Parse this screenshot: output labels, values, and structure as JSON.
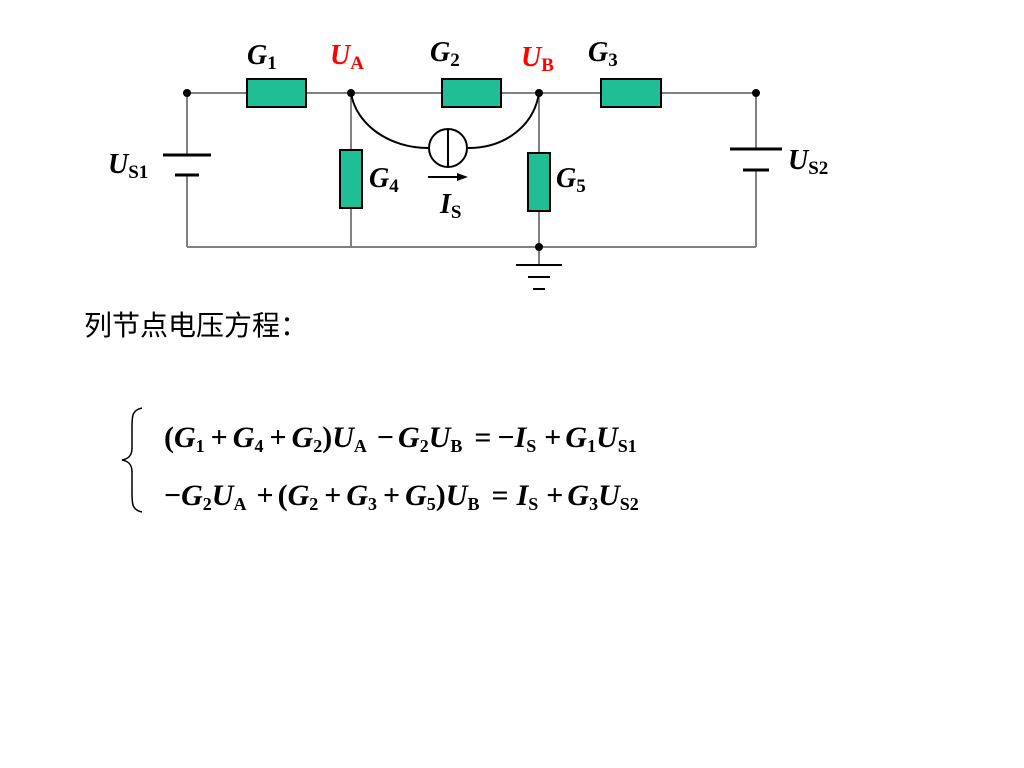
{
  "diagram": {
    "labels": {
      "g1": {
        "main": "G",
        "sub": "1"
      },
      "g2": {
        "main": "G",
        "sub": "2"
      },
      "g3": {
        "main": "G",
        "sub": "3"
      },
      "g4": {
        "main": "G",
        "sub": "4"
      },
      "g5": {
        "main": "G",
        "sub": "5"
      },
      "ua": {
        "main": "U",
        "sub": "A"
      },
      "ub": {
        "main": "U",
        "sub": "B"
      },
      "us1": {
        "main": "U",
        "sub": "S1"
      },
      "us2": {
        "main": "U",
        "sub": "S2"
      },
      "is": {
        "main": "I",
        "sub": "S"
      }
    },
    "colors": {
      "wire": "#808080",
      "resistor_fill": "#1fbe94",
      "node_label": "#ff0000",
      "text": "#000000"
    }
  },
  "heading": "列节点电压方程：",
  "equations": {
    "eq1": {
      "open": "(",
      "g1": "G",
      "g1_sub": "1",
      "plus1": "+",
      "g4": "G",
      "g4_sub": "4",
      "plus2": "+",
      "g2": "G",
      "g2_sub": "2",
      "close": ")",
      "ua": "U",
      "ua_sub": "A",
      "minus1": "−",
      "g2b": "G",
      "g2b_sub": "2",
      "ub": "U",
      "ub_sub": "B",
      "eq": "=",
      "minus2": "−",
      "is": "I",
      "is_sub": "S",
      "plus3": "+",
      "g1b": "G",
      "g1b_sub": "1",
      "us": "U",
      "us_sub": "S1"
    },
    "eq2": {
      "minus1": "−",
      "g2": "G",
      "g2_sub": "2",
      "ua": "U",
      "ua_sub": "A",
      "plus1": "+",
      "open": "(",
      "g2b": "G",
      "g2b_sub": "2",
      "plus2": "+",
      "g3": "G",
      "g3_sub": "3",
      "plus3": "+",
      "g5": "G",
      "g5_sub": "5",
      "close": ")",
      "ub": "U",
      "ub_sub": "B",
      "eq": "=",
      "is": "I",
      "is_sub": "S",
      "plus4": "+",
      "g3b": "G",
      "g3b_sub": "3",
      "us": "U",
      "us_sub": "S2"
    }
  }
}
